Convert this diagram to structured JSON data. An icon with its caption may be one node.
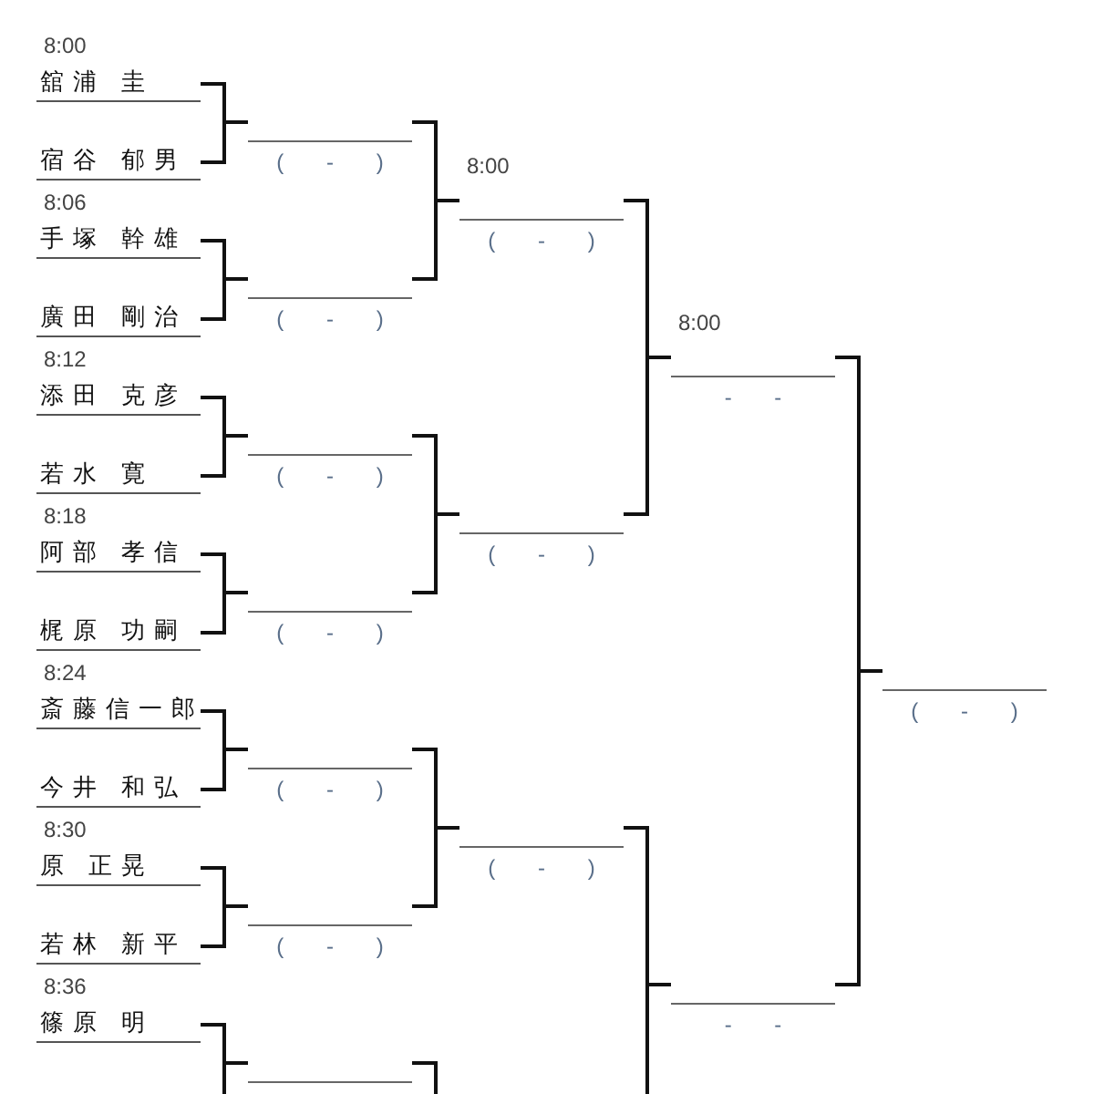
{
  "diagram": {
    "nodes": [
      {
        "text": [
          "舘浦 圭"
        ],
        "beside": [
          "8:00"
        ]
      },
      {
        "text": [
          "宿谷 郁男"
        ]
      },
      {
        "text": [
          "手塚 幹雄"
        ],
        "beside": [
          "8:06"
        ]
      },
      {
        "text": [
          "廣田 剛治"
        ]
      },
      {
        "text": [
          "添田 克彦"
        ],
        "beside": [
          "8:12"
        ]
      },
      {
        "text": [
          "若水 寛"
        ]
      },
      {
        "text": [
          "阿部 孝信"
        ],
        "beside": [
          "8:18"
        ]
      },
      {
        "text": [
          "梶原 功嗣"
        ]
      },
      {
        "text": [
          "斎藤信一郎"
        ],
        "beside": [
          "8:24"
        ]
      },
      {
        "text": [
          "今井 和弘"
        ]
      },
      {
        "text": [
          "原 正晃"
        ],
        "beside": [
          "8:30"
        ]
      },
      {
        "text": [
          "若林 新平"
        ]
      },
      {
        "text": [
          "篠原 明"
        ],
        "beside": [
          "8:36"
        ]
      },
      {
        "text": [
          "( - )"
        ]
      },
      {
        "text": [
          "( - )"
        ]
      },
      {
        "text": [
          "( - )"
        ]
      },
      {
        "text": [
          "( - )"
        ]
      },
      {
        "text": [
          "( - )"
        ]
      },
      {
        "text": [
          "( - )"
        ]
      },
      {
        "text": [],
        "shape": "bar"
      },
      {
        "text": [
          "( - )"
        ],
        "beside": [
          "8:00"
        ]
      },
      {
        "text": [
          "( - )"
        ]
      },
      {
        "text": [
          "( - )"
        ]
      },
      {
        "text": [
          "- -"
        ],
        "beside": [
          "8:00"
        ]
      },
      {
        "text": [
          "- -"
        ]
      },
      {
        "text": [
          "( - )"
        ]
      }
    ],
    "edges": [
      {
        "from": 0,
        "to": 13,
        "arrow": "none"
      },
      {
        "from": 1,
        "to": 13,
        "arrow": "none"
      },
      {
        "from": 2,
        "to": 14,
        "arrow": "none"
      },
      {
        "from": 3,
        "to": 14,
        "arrow": "none"
      },
      {
        "from": 4,
        "to": 15,
        "arrow": "none"
      },
      {
        "from": 5,
        "to": 15,
        "arrow": "none"
      },
      {
        "from": 6,
        "to": 16,
        "arrow": "none"
      },
      {
        "from": 7,
        "to": 16,
        "arrow": "none"
      },
      {
        "from": 8,
        "to": 17,
        "arrow": "none"
      },
      {
        "from": 9,
        "to": 17,
        "arrow": "none"
      },
      {
        "from": 10,
        "to": 18,
        "arrow": "none"
      },
      {
        "from": 11,
        "to": 18,
        "arrow": "none"
      },
      {
        "from": 12,
        "to": 19,
        "arrow": "none"
      },
      {
        "from": null,
        "to": 19,
        "arrow": "none"
      },
      {
        "from": 13,
        "to": 20,
        "arrow": "none"
      },
      {
        "from": 14,
        "to": 20,
        "arrow": "none"
      },
      {
        "from": 15,
        "to": 21,
        "arrow": "none"
      },
      {
        "from": 16,
        "to": 21,
        "arrow": "none"
      },
      {
        "from": 17,
        "to": 22,
        "arrow": "none"
      },
      {
        "from": 18,
        "to": 22,
        "arrow": "none"
      },
      {
        "from": 19,
        "to": null,
        "arrow": "none"
      },
      {
        "from": 20,
        "to": 23,
        "arrow": "none"
      },
      {
        "from": 21,
        "to": 23,
        "arrow": "none"
      },
      {
        "from": 22,
        "to": 24,
        "arrow": "none"
      },
      {
        "from": null,
        "to": 24,
        "arrow": "none"
      },
      {
        "from": 23,
        "to": 25,
        "arrow": "none"
      },
      {
        "from": 24,
        "to": 25,
        "arrow": "none"
      }
    ]
  }
}
